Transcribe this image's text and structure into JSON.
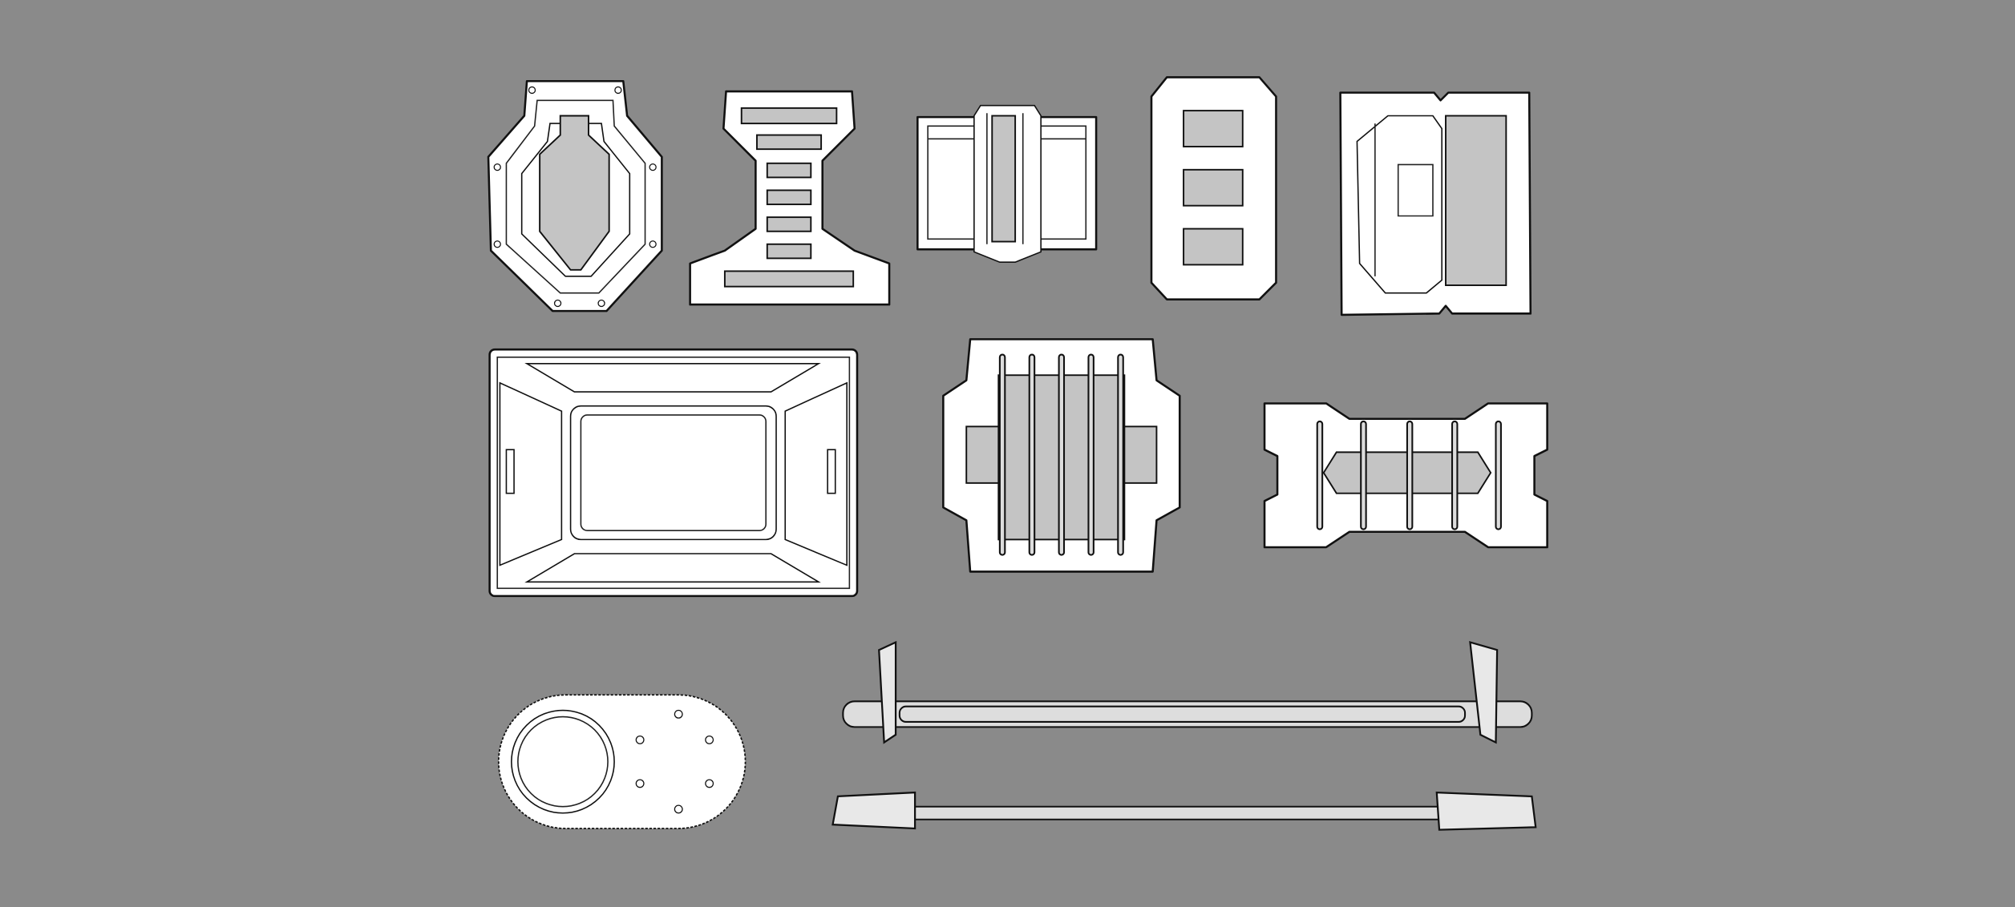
{
  "canvas": {
    "background": "#8a8a8a"
  },
  "colors": {
    "panel": "#ffffff",
    "inset": "#c4c4c4",
    "outline": "#111111"
  },
  "objects": [
    {
      "name": "octagonal-shield-panel"
    },
    {
      "name": "i-shaped-panel"
    },
    {
      "name": "central-column-panel"
    },
    {
      "name": "three-window-panel"
    },
    {
      "name": "folded-hatch-panel"
    },
    {
      "name": "large-rectangular-frame"
    },
    {
      "name": "cross-plate-with-rods"
    },
    {
      "name": "bowtie-plate-with-handles"
    },
    {
      "name": "oval-plate"
    },
    {
      "name": "rod-with-brackets"
    },
    {
      "name": "rod-with-clamps"
    }
  ]
}
